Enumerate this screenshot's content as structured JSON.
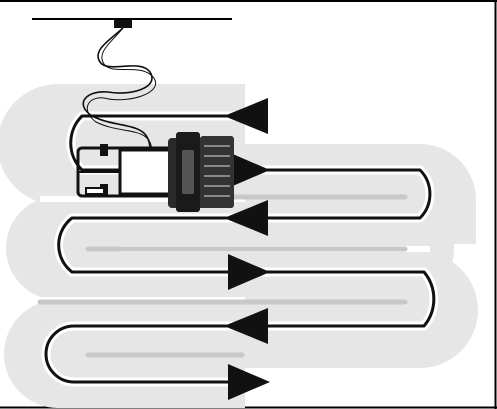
{
  "diagram": {
    "kind": "serpentine-mowing-pattern",
    "path_direction_arrows": [
      "left",
      "right",
      "left",
      "right",
      "left",
      "right"
    ],
    "colors": {
      "lane_fill": "#e6e6e6",
      "lane_center": "#c8c8c8",
      "path_stroke": "#111111",
      "path_halo": "#ffffff",
      "mower": "#222222",
      "frame_line": "#000000"
    },
    "icons": [
      "mower-icon",
      "power-cable-icon",
      "power-outlet-icon"
    ]
  }
}
